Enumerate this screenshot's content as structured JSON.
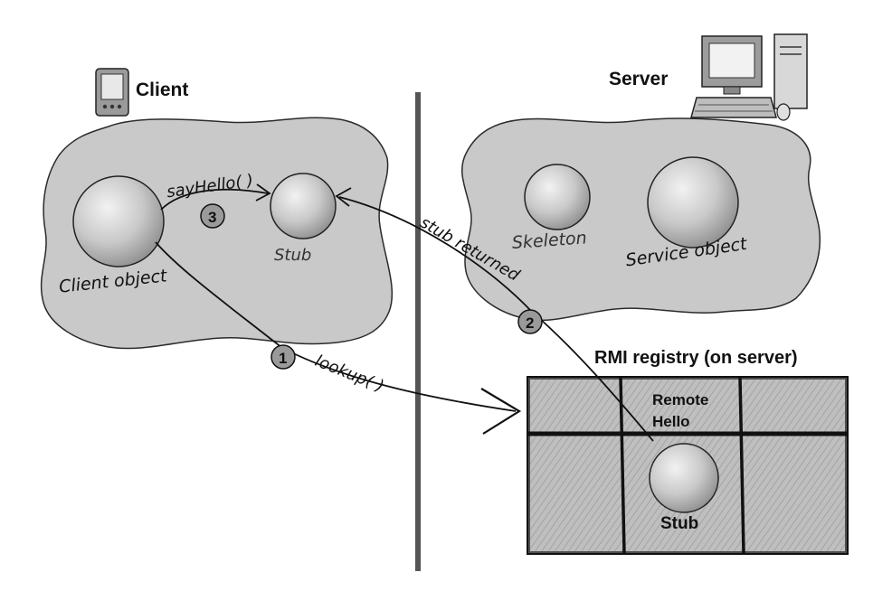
{
  "labels": {
    "client": "Client",
    "server": "Server",
    "client_object": "Client object",
    "stub_client": "Stub",
    "skeleton": "Skeleton",
    "service_object": "Service object",
    "registry_title": "RMI registry (on server)",
    "remote_line1": "Remote",
    "remote_line2": "Hello",
    "stub_registry": "Stub"
  },
  "arrows": {
    "say_hello": "sayHello( )",
    "stub_returned": "stub returned",
    "lookup": "lookup( )"
  },
  "steps": {
    "one": "1",
    "two": "2",
    "three": "3"
  },
  "colors": {
    "blob_fill": "#c8c8c8",
    "registry_fill": "#b4b4b4",
    "divider": "#555555",
    "step_fill": "#9a9a9a"
  },
  "icons": [
    "pda-icon",
    "desktop-computer-icon"
  ]
}
